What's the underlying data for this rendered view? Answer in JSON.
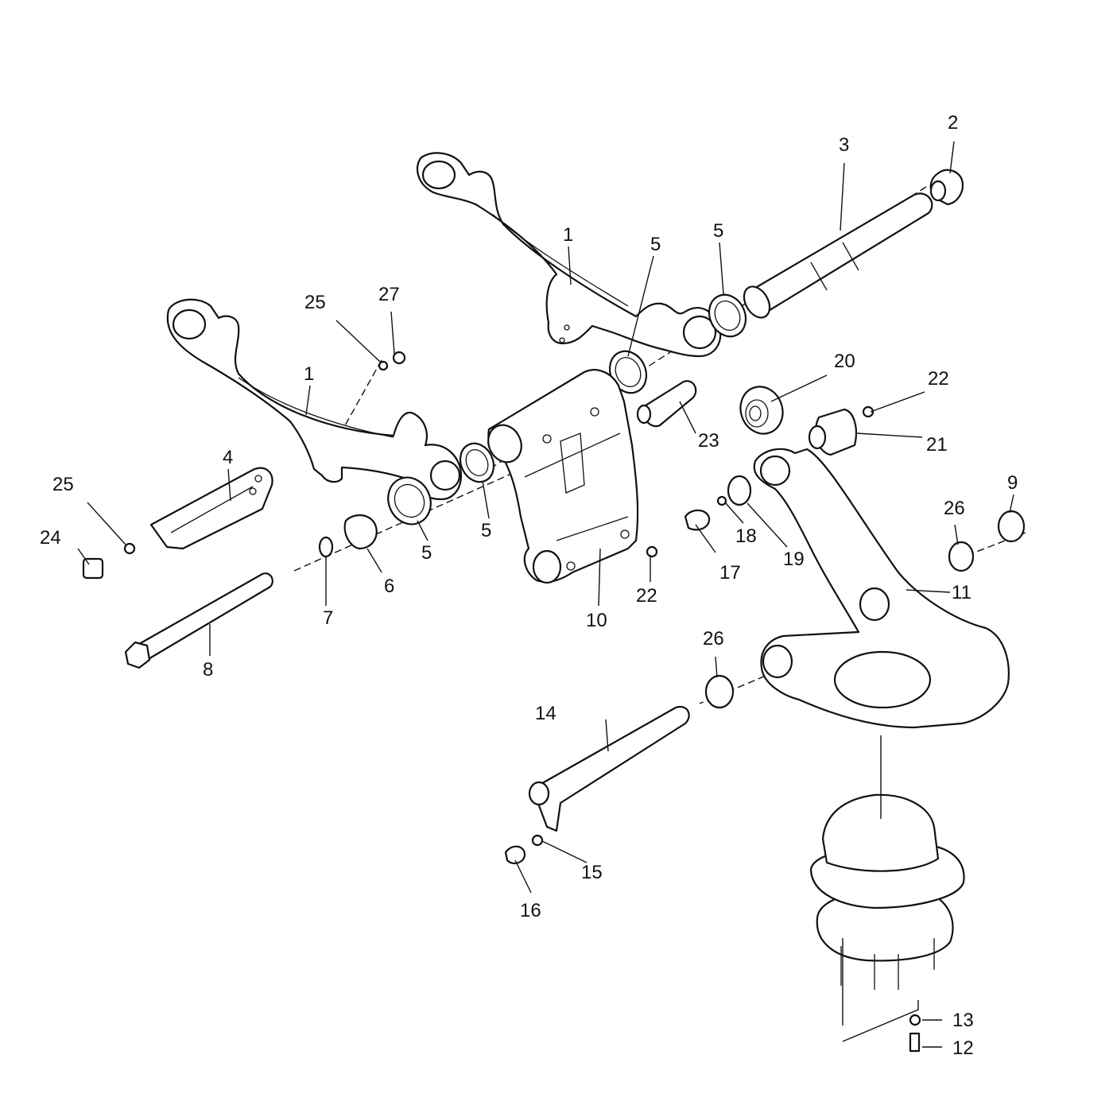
{
  "diagram": {
    "callouts": [
      {
        "id": "c1a",
        "text": "1"
      },
      {
        "id": "c1b",
        "text": "1"
      },
      {
        "id": "c2",
        "text": "2"
      },
      {
        "id": "c3",
        "text": "3"
      },
      {
        "id": "c4",
        "text": "4"
      },
      {
        "id": "c5a",
        "text": "5"
      },
      {
        "id": "c5b",
        "text": "5"
      },
      {
        "id": "c5c",
        "text": "5"
      },
      {
        "id": "c5d",
        "text": "5"
      },
      {
        "id": "c6",
        "text": "6"
      },
      {
        "id": "c7",
        "text": "7"
      },
      {
        "id": "c8",
        "text": "8"
      },
      {
        "id": "c9",
        "text": "9"
      },
      {
        "id": "c10",
        "text": "10"
      },
      {
        "id": "c11",
        "text": "11"
      },
      {
        "id": "c12",
        "text": "12"
      },
      {
        "id": "c13",
        "text": "13"
      },
      {
        "id": "c14",
        "text": "14"
      },
      {
        "id": "c15",
        "text": "15"
      },
      {
        "id": "c16",
        "text": "16"
      },
      {
        "id": "c17",
        "text": "17"
      },
      {
        "id": "c18",
        "text": "18"
      },
      {
        "id": "c19",
        "text": "19"
      },
      {
        "id": "c20",
        "text": "20"
      },
      {
        "id": "c21",
        "text": "21"
      },
      {
        "id": "c22a",
        "text": "22"
      },
      {
        "id": "c22b",
        "text": "22"
      },
      {
        "id": "c23",
        "text": "23"
      },
      {
        "id": "c24",
        "text": "24"
      },
      {
        "id": "c25a",
        "text": "25"
      },
      {
        "id": "c25b",
        "text": "25"
      },
      {
        "id": "c26a",
        "text": "26"
      },
      {
        "id": "c26b",
        "text": "26"
      },
      {
        "id": "c27",
        "text": "27"
      }
    ]
  }
}
